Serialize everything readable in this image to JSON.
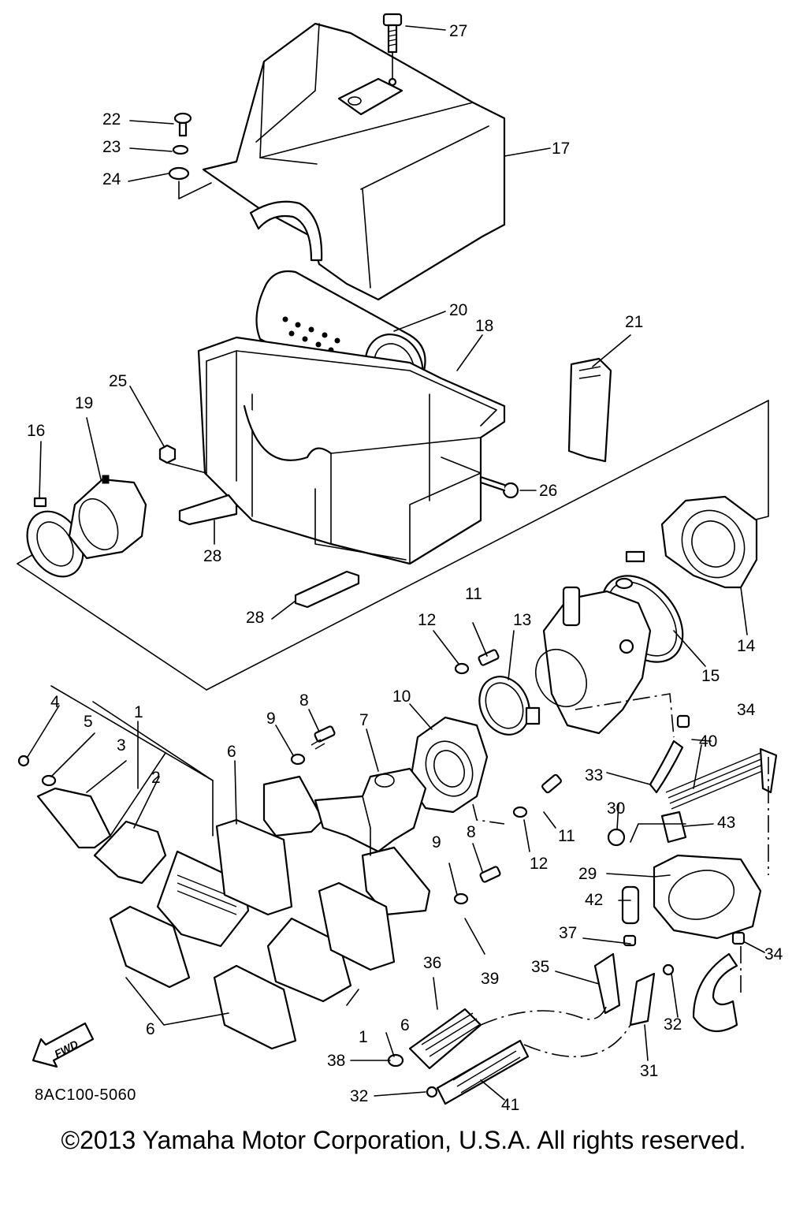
{
  "diagram_code": "8AC100-5060",
  "copyright": "©2013 Yamaha Motor Corporation, U.S.A. All rights reserved.",
  "fwd_label": "FWD",
  "callouts": {
    "c1a": "1",
    "c1b": "1",
    "c2": "2",
    "c3": "3",
    "c4": "4",
    "c5": "5",
    "c6a": "6",
    "c6b": "6",
    "c6c": "6",
    "c7": "7",
    "c8a": "8",
    "c8b": "8",
    "c9a": "9",
    "c9b": "9",
    "c10": "10",
    "c11a": "11",
    "c11b": "11",
    "c12a": "12",
    "c12b": "12",
    "c13": "13",
    "c14": "14",
    "c15": "15",
    "c16": "16",
    "c17": "17",
    "c18": "18",
    "c19": "19",
    "c20": "20",
    "c21": "21",
    "c22": "22",
    "c23": "23",
    "c24": "24",
    "c25": "25",
    "c26": "26",
    "c27": "27",
    "c28a": "28",
    "c28b": "28",
    "c29": "29",
    "c30": "30",
    "c31": "31",
    "c32a": "32",
    "c32b": "32",
    "c33": "33",
    "c34a": "34",
    "c34b": "34",
    "c35": "35",
    "c36": "36",
    "c37": "37",
    "c38": "38",
    "c39": "39",
    "c40": "40",
    "c41": "41",
    "c42": "42",
    "c43": "43"
  }
}
